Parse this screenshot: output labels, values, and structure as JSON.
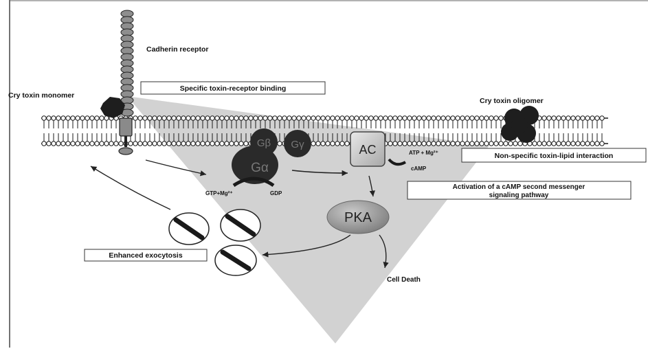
{
  "labels": {
    "cadherin_receptor": "Cadherin receptor",
    "cry_toxin_monomer": "Cry toxin monomer",
    "cry_toxin_oligomer": "Cry toxin oligomer",
    "specific_binding": "Specific toxin-receptor binding",
    "nonspecific_interaction": "Non-specific toxin-lipid interaction",
    "activation_line1": "Activation of a cAMP second messenger",
    "activation_line2": "signaling pathway",
    "enhanced_exocytosis": "Enhanced exocytosis",
    "cell_death": "Cell Death",
    "gtp_mg": "GTP+Mg²⁺",
    "gdp": "GDP",
    "atp_mg": "ATP + Mg²⁺",
    "camp": "cAMP",
    "ac": "AC",
    "pka": "PKA",
    "g_beta": "Gβ",
    "g_gamma": "Gγ",
    "g_alpha": "Gα"
  },
  "colors": {
    "membrane": "#1a1a1a",
    "triangle": "#d2d2d2",
    "protein_dark": "#2a2a2a",
    "pka_fill": "#9a9a9a",
    "ac_fill": "#c8c8c8"
  }
}
